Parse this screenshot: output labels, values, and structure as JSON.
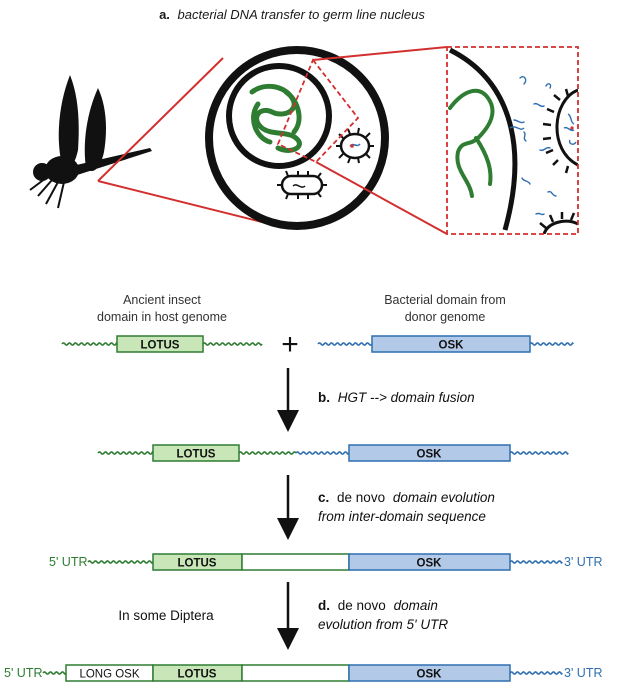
{
  "panel_a": {
    "letter": "a.",
    "title": "bacterial DNA transfer to germ line nucleus"
  },
  "host_label": "Ancient insect domain in host genome",
  "host_label_lines": [
    "Ancient insect",
    "domain in host genome"
  ],
  "donor_label": "Bacterial domain from donor genome",
  "donor_label_lines": [
    "Bacterial domain from",
    "donor genome"
  ],
  "plus": "+",
  "step_b": {
    "letter": "b.",
    "text": "HGT --> domain fusion"
  },
  "step_c": {
    "letter": "c.",
    "line1_roman": "de novo",
    "line1_italic": "domain evolution",
    "line2": "from inter-domain sequence"
  },
  "step_d": {
    "letter": "d.",
    "line1_roman": "de novo",
    "line1_italic": "domain",
    "line2": "evolution from 5' UTR",
    "side_note": "In some Diptera"
  },
  "domains": {
    "lotus": "LOTUS",
    "osk": "OSK",
    "long_osk": "LONG OSK"
  },
  "utr": {
    "five": "5' UTR",
    "three": "3' UTR"
  },
  "colors": {
    "green": "#2e7d32",
    "green_fill": "#c8e6b8",
    "blue": "#2f6fb0",
    "blue_fill": "#b3c9e8",
    "red": "#d32f2f",
    "black": "#1a1a1a"
  }
}
